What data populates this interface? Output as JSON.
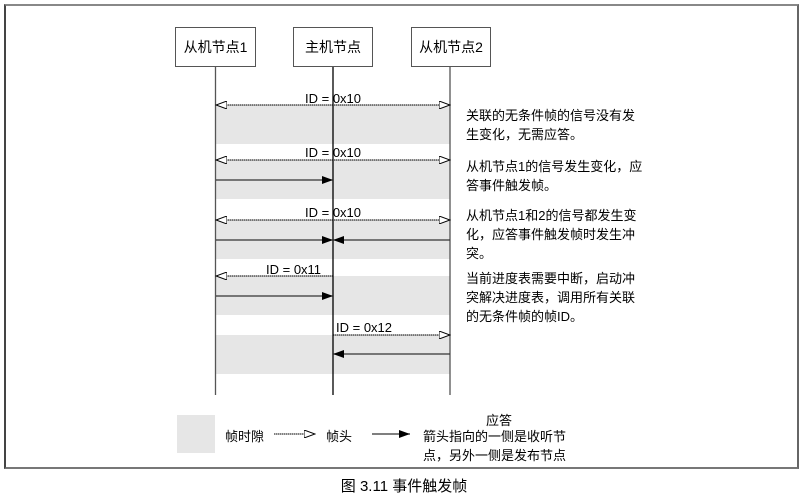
{
  "nodes": [
    {
      "label": "从机节点1"
    },
    {
      "label": "主机节点"
    },
    {
      "label": "从机节点2"
    }
  ],
  "frames": [
    {
      "id_label": "ID = 0x10",
      "description": "关联的无条件帧的信号没有发生变化，无需应答。"
    },
    {
      "id_label": "ID = 0x10",
      "description": "从机节点1的信号发生变化，应答事件触发帧。"
    },
    {
      "id_label": "ID = 0x10",
      "description": "从机节点1和2的信号都发生变化，应答事件触发帧时发生冲突。"
    },
    {
      "id_label": "ID = 0x11",
      "description": "当前进度表需要中断，启动冲突解决进度表，调用所有关联的无条件帧的帧ID。"
    },
    {
      "id_label": "ID = 0x12",
      "description": ""
    }
  ],
  "legend": {
    "slot_label": "帧时隙",
    "header_label": "帧头",
    "response_title": "应答",
    "response_desc": "箭头指向的一侧是收听节点，另外一侧是发布节点"
  },
  "caption": "图 3.11 事件触发帧",
  "colors": {
    "band": "#e6e6e6",
    "line": "#000000",
    "frame": "#666666"
  }
}
